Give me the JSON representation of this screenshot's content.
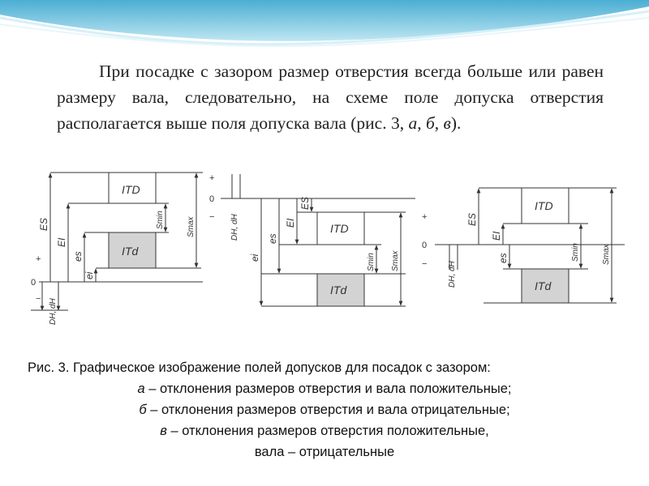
{
  "paragraph": {
    "line1": "При посадке с зазором размер  отверстия всегда",
    "line2": "больше или равен размеру вала, следовательно, на",
    "line3": "схеме поле допуска отверстия располагается выше поля",
    "line4_prefix": "допуска вала (рис. 3, ",
    "fig_a": "а",
    "sep1": ", ",
    "fig_b": "б",
    "sep2": ", ",
    "fig_v": "в",
    "line4_suffix": ")."
  },
  "figures": {
    "hole_tolerance": "ITD",
    "shaft_tolerance": "ITd",
    "plus_sign": "+",
    "minus_sign": "−",
    "zero_line": "0",
    "ES": "ES",
    "EI": "EI",
    "es": "es",
    "ei": "ei",
    "Smin": "Smin",
    "Smax": "Smax",
    "nominal_size": "DH, dH"
  },
  "caption": {
    "title": "Рис. 3. Графическое изображение полей допусков для посадок с зазором:",
    "a_letter": "а",
    "a_text": " – отклонения размеров отверстия и вала положительные;",
    "b_letter": "б",
    "b_text": " – отклонения размеров отверстия и вала отрицательные;",
    "v_letter": "в",
    "v_text": " – отклонения размеров отверстия положительные,",
    "v_text2": "вала – отрицательные"
  },
  "colors": {
    "wave_top": "#5fb8d9",
    "wave_mid": "#a9dcec",
    "shaft_fill": "#d3d3d3",
    "line": "#333333"
  }
}
